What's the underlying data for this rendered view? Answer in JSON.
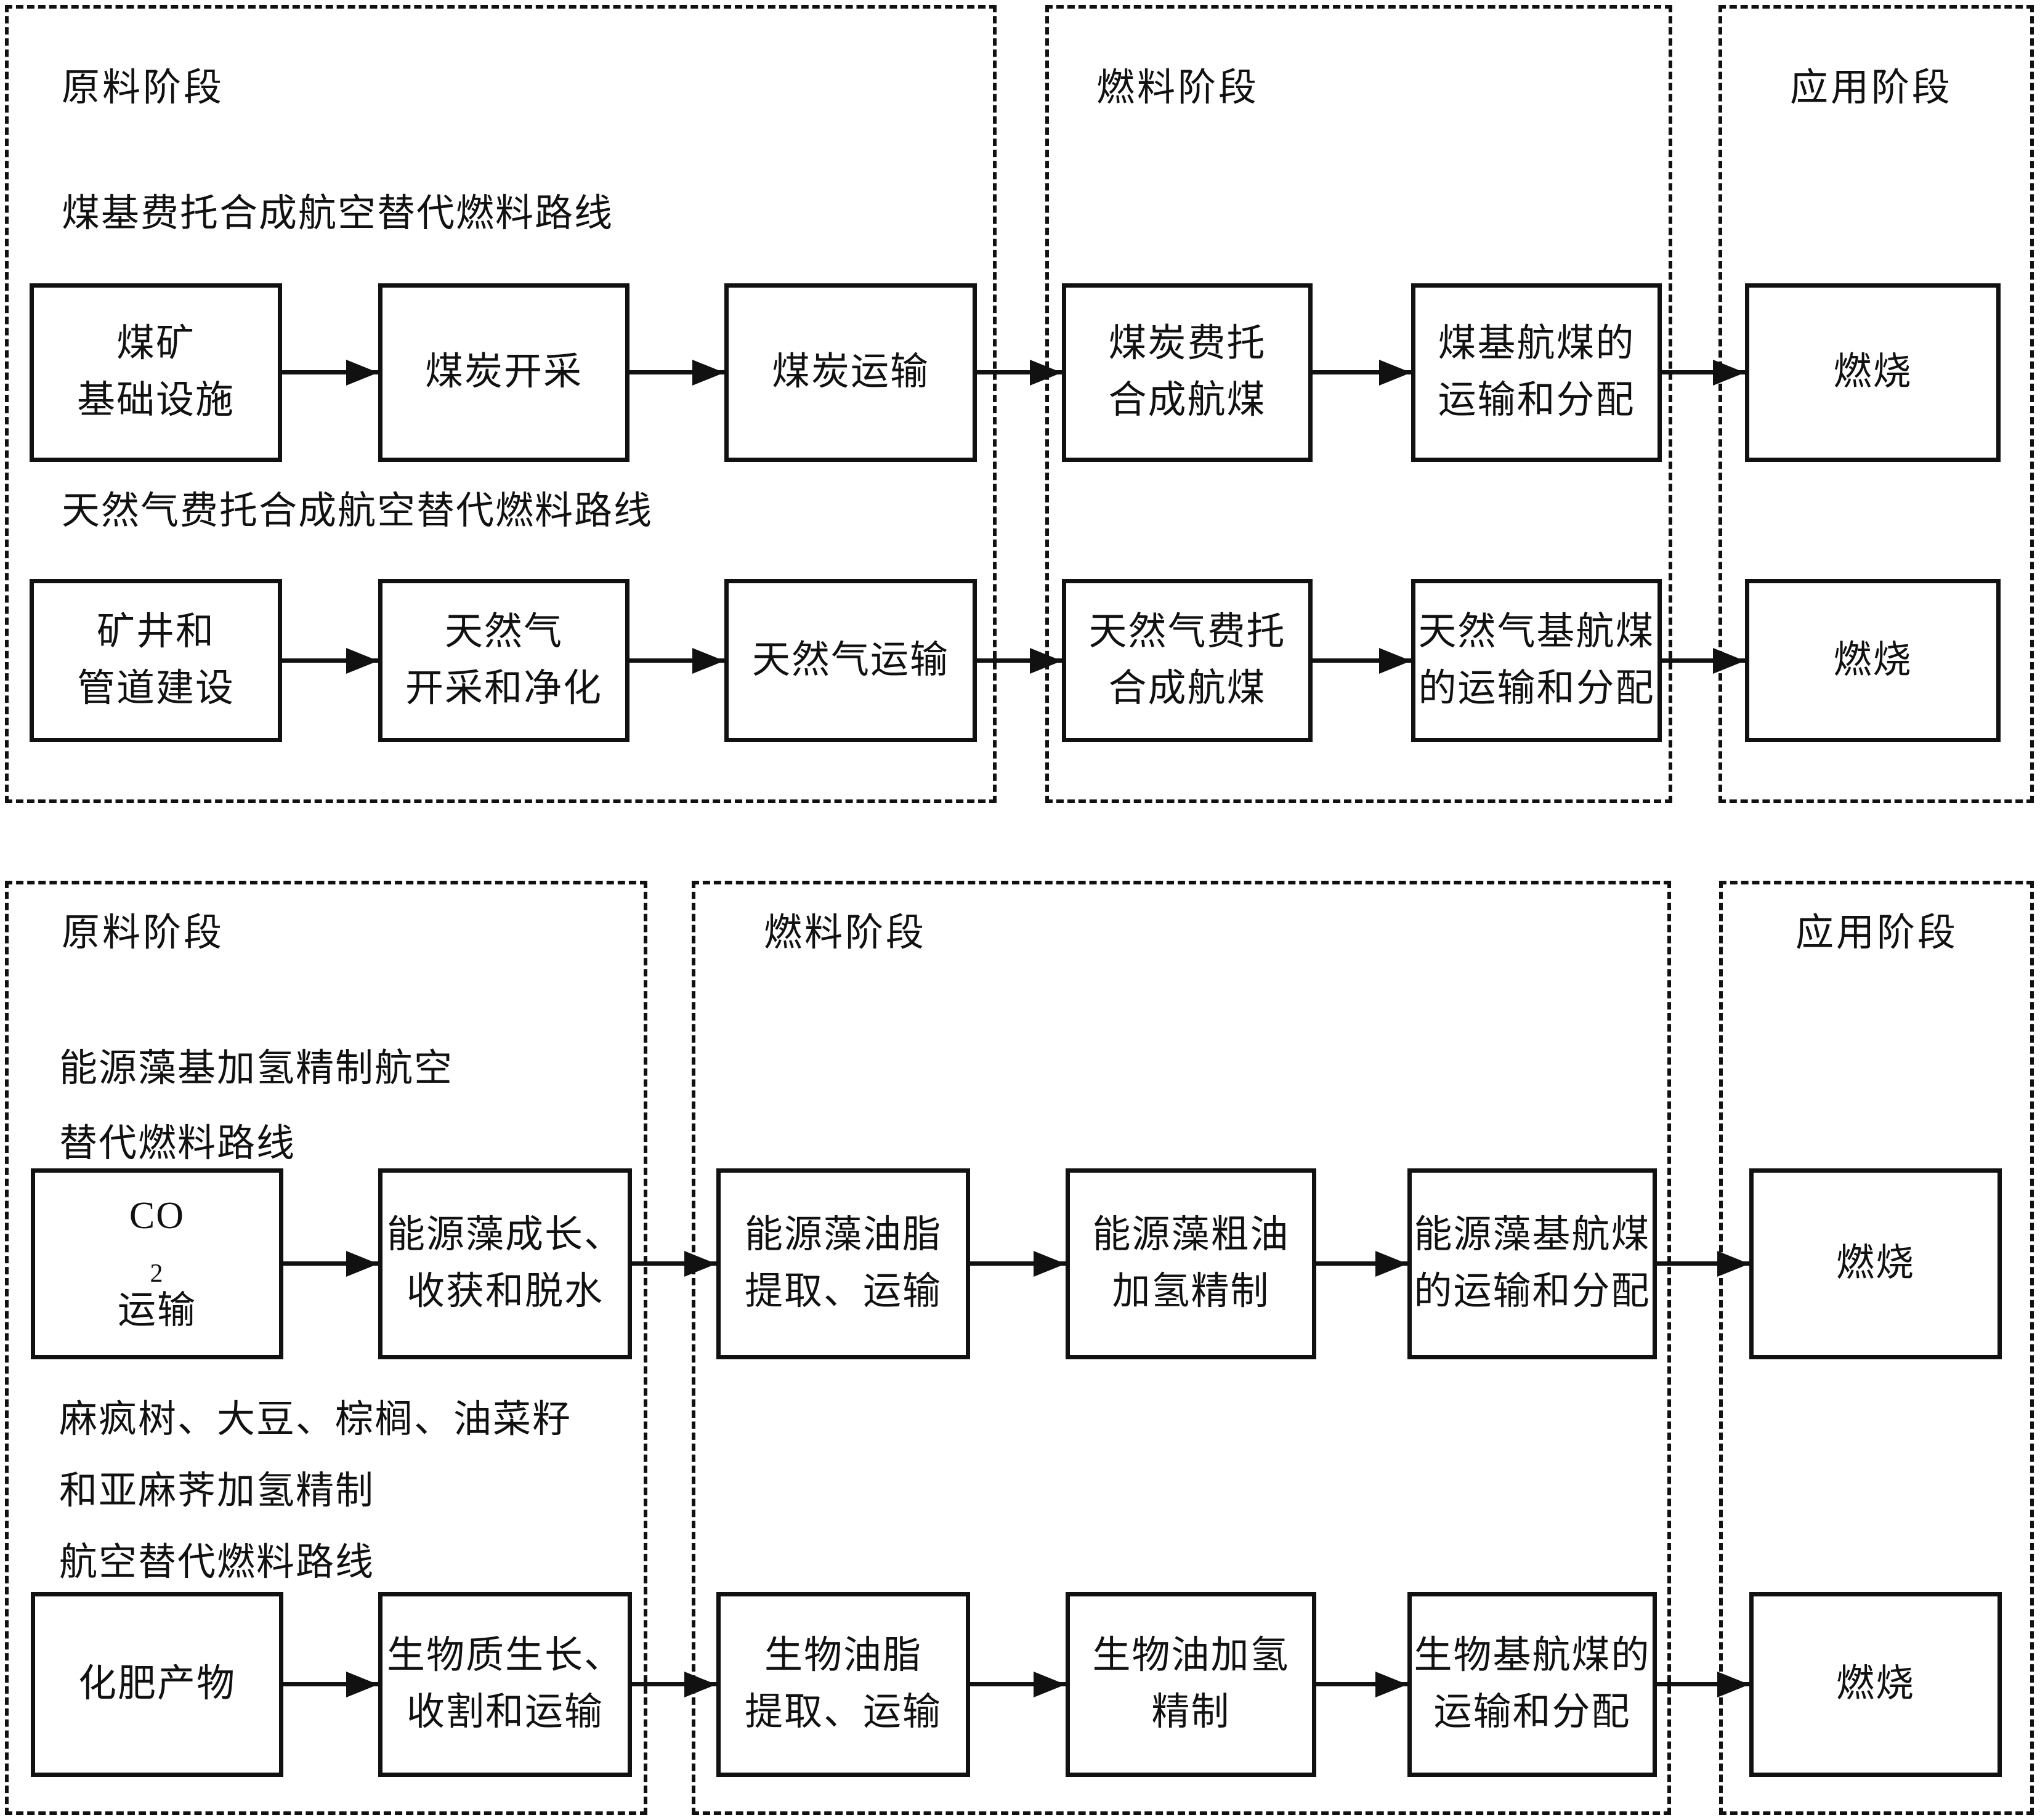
{
  "colors": {
    "line": "#111111",
    "background": "#ffffff"
  },
  "top": {
    "stage_feedstock": "原料阶段",
    "stage_fuel": "燃料阶段",
    "stage_application": "应用阶段",
    "coal_route": {
      "title": "煤基费托合成航空替代燃料路线",
      "infra": {
        "line1": "煤矿",
        "line2": "基础设施"
      },
      "mining": "煤炭开采",
      "transport": "煤炭运输",
      "ft_synthesis": {
        "line1": "煤炭费托",
        "line2": "合成航煤"
      },
      "distribution": {
        "line1": "煤基航煤的",
        "line2": "运输和分配"
      },
      "combustion": "燃烧"
    },
    "gas_route": {
      "title": "天然气费托合成航空替代燃料路线",
      "well_pipeline": {
        "line1": "矿井和",
        "line2": "管道建设"
      },
      "extraction": {
        "line1": "天然气",
        "line2": "开采和净化"
      },
      "transport": "天然气运输",
      "ft_synthesis": {
        "line1": "天然气费托",
        "line2": "合成航煤"
      },
      "distribution": {
        "line1": "天然气基航煤",
        "line2": "的运输和分配"
      },
      "combustion": "燃烧"
    }
  },
  "bottom": {
    "stage_feedstock": "原料阶段",
    "stage_fuel": "燃料阶段",
    "stage_application": "应用阶段",
    "algae_route": {
      "title_line1": "能源藻基加氢精制航空",
      "title_line2": "替代燃料路线",
      "co2_transport": {
        "prefix": "CO",
        "sub": "2",
        "suffix": "运输"
      },
      "growth": {
        "line1": "能源藻成长、",
        "line2": "收获和脱水"
      },
      "oil_extraction": {
        "line1": "能源藻油脂",
        "line2": "提取、运输"
      },
      "oil_refining": {
        "line1": "能源藻粗油",
        "line2": "加氢精制"
      },
      "distribution": {
        "line1": "能源藻基航煤",
        "line2": "的运输和分配"
      },
      "combustion": "燃烧"
    },
    "bio_route": {
      "title_line1": "麻疯树、大豆、棕榈、油菜籽",
      "title_line2": "和亚麻荠加氢精制",
      "title_line3": "航空替代燃料路线",
      "fertilizer": "化肥产物",
      "growth": {
        "line1": "生物质生长、",
        "line2": "收割和运输"
      },
      "oil_extraction": {
        "line1": "生物油脂",
        "line2": "提取、运输"
      },
      "oil_refining": {
        "line1": "生物油加氢",
        "line2": "精制"
      },
      "distribution": {
        "line1": "生物基航煤的",
        "line2": "运输和分配"
      },
      "combustion": "燃烧"
    }
  }
}
